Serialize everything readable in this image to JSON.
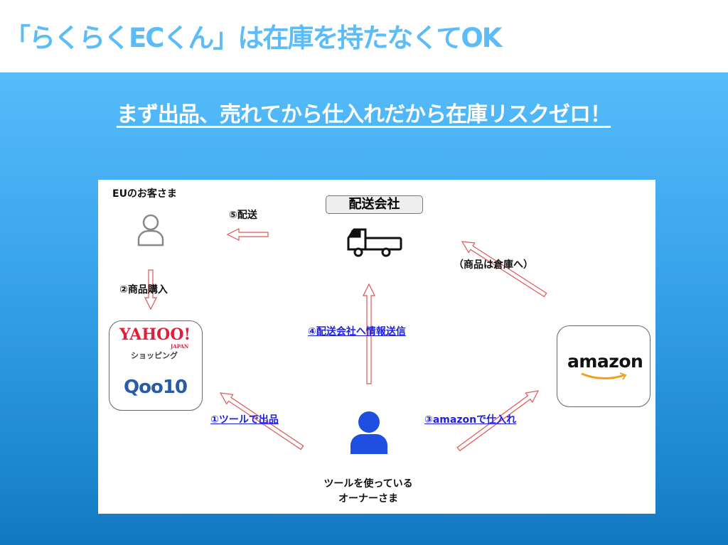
{
  "header": {
    "title": "「らくらくECくん」は在庫を持たなくてOK",
    "subtitle": "まず出品、売れてから仕入れだから在庫リスクゼロ！"
  },
  "diagram": {
    "customer_label": "EUのお客さま",
    "carrier_label": "配送会社",
    "step5": "⑤配送",
    "step2": "②商品購入",
    "warehouse_note": "（商品は倉庫へ）",
    "step4": "④配送会社へ情報送信",
    "step1": "①ツールで出品",
    "step3": "③amazonで仕入れ",
    "owner_label_1": "ツールを使っている",
    "owner_label_2": "オーナーさま",
    "yahoo_logo": "YAHOO!",
    "yahoo_japan": "JAPAN",
    "yahoo_shopping": "ショッピング",
    "qoo10_logo": "Qoo10",
    "amazon_logo": "amazon"
  },
  "colors": {
    "title": "#5bbcf7",
    "arrow": "#e05555",
    "link": "#2020e0",
    "owner": "#1f4fe0"
  }
}
